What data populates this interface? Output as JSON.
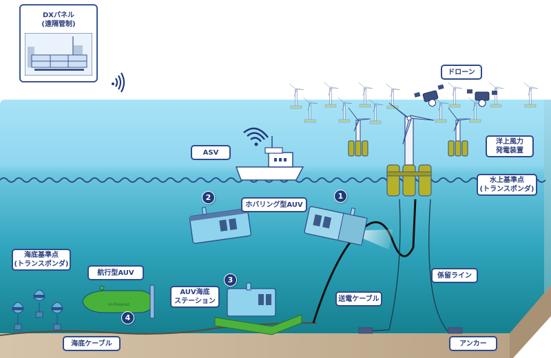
{
  "title": "海洋DX システム構成図",
  "dx_panel": {
    "line1": "DXパネル",
    "line2": "(遠隔管制)",
    "icon": "monitor-wall-icon"
  },
  "labels": {
    "drone": "ドローン",
    "offshore_wind": [
      "洋上風力",
      "発電装置"
    ],
    "surface_reference": [
      "水上基準点",
      "(トランスポンダ)"
    ],
    "asv": "ASV",
    "hovering_auv": "ホバリング型AUV",
    "seabed_reference": [
      "海底基準点",
      "(トランスポンダ)"
    ],
    "cruising_auv": "航行型AUV",
    "auv_station": [
      "AUV海底",
      "ステーション"
    ],
    "power_cable": "送電ケーブル",
    "mooring_line": "係留ライン",
    "anchor": "アンカー",
    "seabed_cable": "海底ケーブル"
  },
  "markers": [
    "1",
    "2",
    "3",
    "4"
  ],
  "vehicle_text": "AI-Powered",
  "colors": {
    "label_border": "#2f4a8a",
    "label_text": "#2b3f7e",
    "sky_water": "#a6e2f6",
    "deep_water": "#1b8a9e",
    "seabed": "#c8b49a",
    "marker": "#1e3a7a",
    "auv_body": "#48b13a",
    "float": "#b5b22a"
  }
}
